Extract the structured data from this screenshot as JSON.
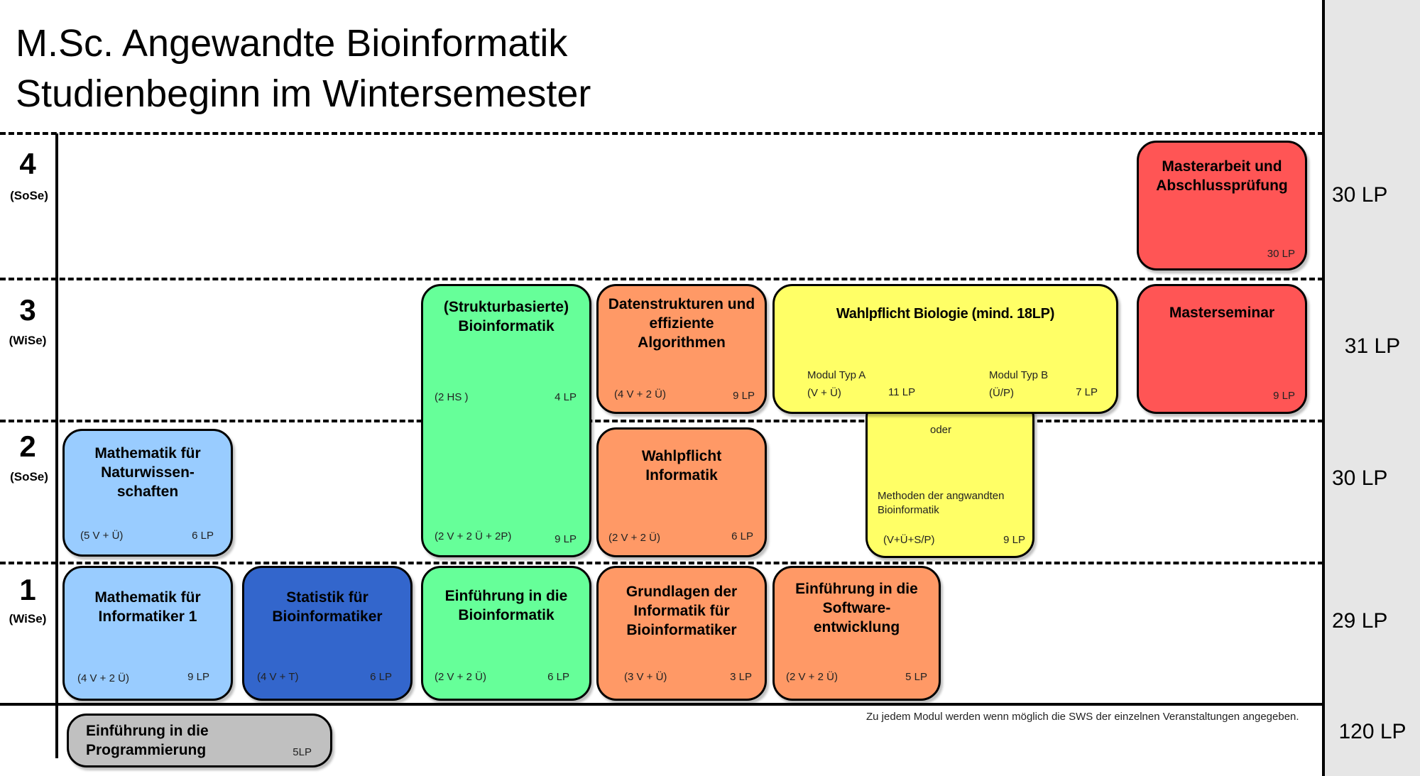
{
  "title": {
    "line1": "M.Sc. Angewandte Bioinformatik",
    "line2": "Studienbeginn im Wintersemester"
  },
  "semesters": [
    {
      "number": "4",
      "term": "(SoSe)",
      "lp": "30 LP"
    },
    {
      "number": "3",
      "term": "(WiSe)",
      "lp": "31 LP"
    },
    {
      "number": "2",
      "term": "(SoSe)",
      "lp": "30 LP"
    },
    {
      "number": "1",
      "term": "(WiSe)",
      "lp": "29 LP"
    }
  ],
  "total_lp": "120 LP",
  "footnote": "Zu jedem Modul werden wenn möglich die SWS der einzelnen Veranstaltungen angegeben.",
  "colors": {
    "mathematik": "#99ccff",
    "statistik": "#3366cc",
    "bioinformatik": "#66ff99",
    "informatik": "#ff9966",
    "biologie": "#ffff66",
    "abschluss": "#ff5555",
    "propaedeutik": "#c0c0c0"
  },
  "modules": {
    "masterarbeit": {
      "title": "Masterarbeit und Abschlussprüfung",
      "lp": "30 LP"
    },
    "masterseminar": {
      "title": "Masterseminar",
      "lp": "9 LP"
    },
    "strukturbasierte": {
      "title": "(Strukturbasierte) Bioinformatik",
      "hours_upper": "(2 HS )",
      "lp_upper": "4 LP",
      "hours": "(2 V + 2 Ü + 2P)",
      "lp": "9 LP"
    },
    "datenstrukturen": {
      "title": "Datenstrukturen und effiziente Algorithmen",
      "hours": "(4 V + 2 Ü)",
      "lp": "9 LP"
    },
    "wahlpflicht_biologie": {
      "title": "Wahlpflicht Biologie (mind. 18LP)",
      "typ_a_label": "Modul Typ A",
      "typ_a_hours": "(V + Ü)",
      "typ_a_lp": "11 LP",
      "typ_b_label": "Modul Typ B",
      "typ_b_hours": "(Ü/P)",
      "typ_b_lp": "7 LP",
      "oder": "oder"
    },
    "methoden": {
      "title": "Methoden der angwandten Bioinformatik",
      "hours": "(V+Ü+S/P)",
      "lp": "9 LP"
    },
    "mathematik_nat": {
      "title": "Mathematik für Naturwissen-schaften",
      "hours": "(5 V + Ü)",
      "lp": "6 LP"
    },
    "wahlpflicht_informatik": {
      "title": "Wahlpflicht Informatik",
      "hours": "(2 V + 2 Ü)",
      "lp": "6 LP"
    },
    "mathematik_inf": {
      "title": "Mathematik für Informatiker 1",
      "hours": "(4 V + 2 Ü)",
      "lp": "9 LP"
    },
    "statistik": {
      "title": "Statistik für Bioinformatiker",
      "hours": "(4 V + T)",
      "lp": "6 LP"
    },
    "einfuehrung_bioinf": {
      "title": "Einführung in die Bioinformatik",
      "hours": "(2 V + 2 Ü)",
      "lp": "6 LP"
    },
    "grundlagen_inf": {
      "title": "Grundlagen der Informatik für Bioinformatiker",
      "hours": "(3 V + Ü)",
      "lp": "3 LP"
    },
    "software": {
      "title": "Einführung in die Software-entwicklung",
      "hours": "(2 V + 2 Ü)",
      "lp": "5 LP"
    },
    "programmierung": {
      "title": "Einführung in die Programmierung",
      "lp": "5LP"
    }
  }
}
